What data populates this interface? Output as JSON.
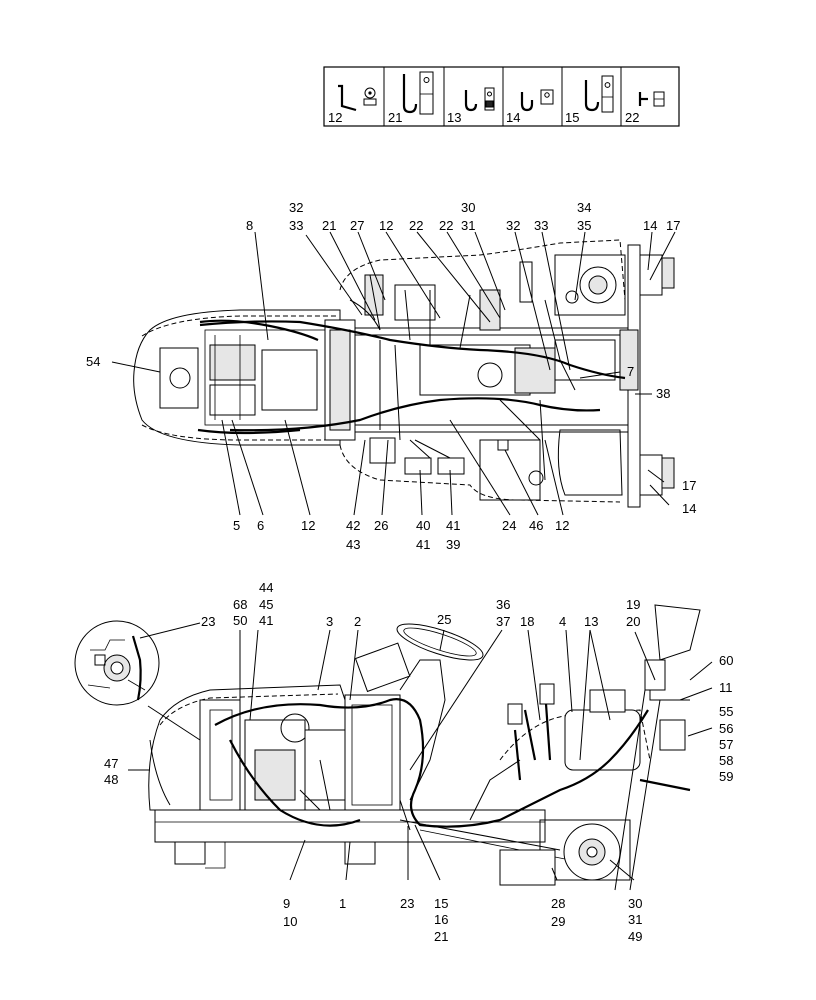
{
  "key_legend": [
    "12",
    "21",
    "13",
    "14",
    "15",
    "22"
  ],
  "top_view_callouts": [
    "32",
    "33",
    "8",
    "21",
    "27",
    "12",
    "22",
    "30",
    "31",
    "22",
    "32",
    "33",
    "34",
    "35",
    "14",
    "17",
    "54",
    "7",
    "38",
    "17",
    "14",
    "5",
    "6",
    "12",
    "42",
    "43",
    "26",
    "40",
    "41",
    "41",
    "39",
    "24",
    "46",
    "12"
  ],
  "side_view_callouts": [
    "44",
    "45",
    "41",
    "68",
    "50",
    "23",
    "3",
    "2",
    "25",
    "36",
    "37",
    "18",
    "4",
    "13",
    "19",
    "20",
    "60",
    "11",
    "55",
    "56",
    "57",
    "58",
    "59",
    "47",
    "48",
    "9",
    "10",
    "1",
    "23",
    "15",
    "16",
    "21",
    "28",
    "29",
    "30",
    "31",
    "49"
  ]
}
